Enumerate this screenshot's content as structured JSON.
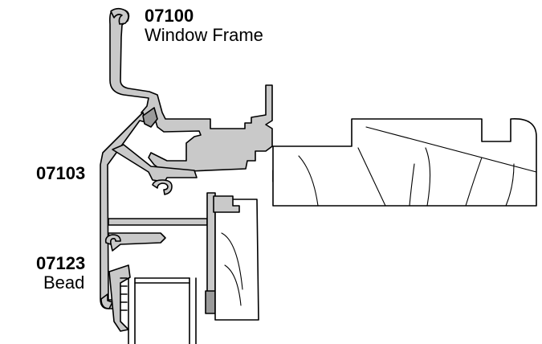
{
  "labels": {
    "frame": {
      "code": "07100",
      "name": "Window Frame"
    },
    "sash": {
      "code": "07103"
    },
    "bead": {
      "code": "07123",
      "name": "Bead"
    }
  },
  "colors": {
    "profile_fill": "#c9c9c9",
    "outline": "#000000",
    "background": "#ffffff"
  }
}
